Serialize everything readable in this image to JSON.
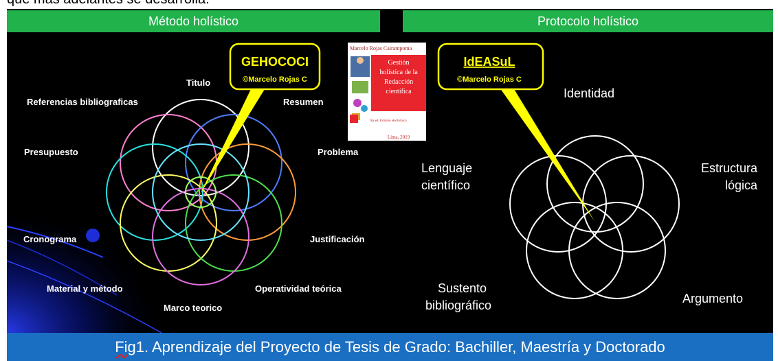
{
  "top_text": "que más adelantes se desarrolla.",
  "left_header": "Método holístico",
  "right_header": "Protocolo holístico",
  "left_callout": {
    "title": "GEHOCOCI",
    "subtitle": "©Marcelo Rojas C"
  },
  "right_callout": {
    "title": "IdEASuL",
    "subtitle": "©Marcelo Rojas C"
  },
  "book": {
    "author": "Marcelo Rojas Cairampoma",
    "title_lines": [
      "Gestión",
      "holística de la",
      "Redacción",
      "científica"
    ],
    "edition": "6ta ed. Edición electrónica",
    "place_year": "Lima, 2019"
  },
  "left_labels": {
    "titulo": "Titulo",
    "referencias": "Referencias bibliograficas",
    "resumen": "Resumen",
    "presupuesto": "Presupuesto",
    "problema": "Problema",
    "cronograma": "Cronograma",
    "justificacion": "Justificación",
    "material": "Material y método",
    "operatividad": "Operatividad teórica",
    "marco": "Marco teorico"
  },
  "right_labels": {
    "identidad": "Identidad",
    "lenguaje": [
      "Lenguaje",
      "científico"
    ],
    "estructura": [
      "Estructura",
      "lógica"
    ],
    "sustento": [
      "Sustento",
      "bibliográfico"
    ],
    "argumento": "Argumento"
  },
  "footer": {
    "fig": "Fig",
    "caption": " 1. Aprendizaje del Proyecto de Tesis de Grado: Bachiller, Maestría y Doctorado"
  },
  "colors": {
    "header_green": "#22b24c",
    "footer_blue": "#1b6fc2",
    "callout_yellow": "#ffff00",
    "book_red": "#e8242c"
  }
}
